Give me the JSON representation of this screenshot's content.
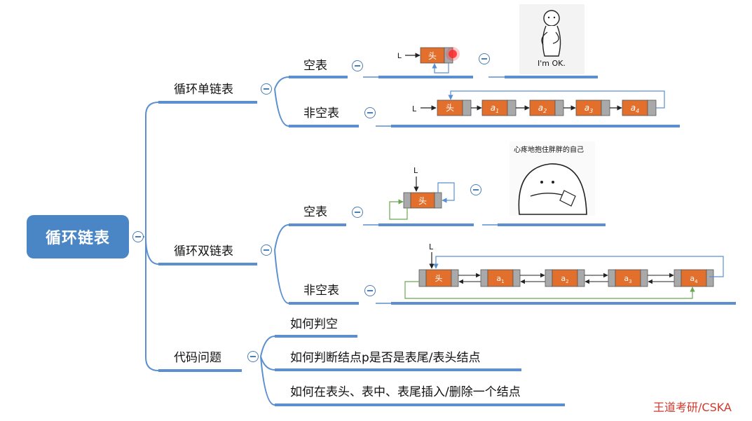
{
  "root": {
    "label": "循环链表"
  },
  "branches": {
    "circular_singly": {
      "label": "循环单链表",
      "empty": {
        "label": "空表"
      },
      "nonempty": {
        "label": "非空表"
      }
    },
    "circular_doubly": {
      "label": "循环双链表",
      "empty": {
        "label": "空表"
      },
      "nonempty": {
        "label": "非空表"
      }
    },
    "code_issues": {
      "label": "代码问题",
      "items": [
        "如何判空",
        "如何判断结点p是否是表尾/表头结点",
        "如何在表头、表中、表尾插入/删除一个结点"
      ]
    }
  },
  "diagram": {
    "pointer_label": "L",
    "head_label": "头",
    "node_base": "a",
    "node_subscripts": [
      "1",
      "2",
      "3",
      "4"
    ]
  },
  "memes": {
    "ok_caption": "I'm OK.",
    "hug_caption": "心疼地抱住胖胖的自己"
  },
  "watermark": "王道考研/CSKA",
  "colors": {
    "accent": "#4a86c5",
    "node": "#e36f2c",
    "node_tail": "#a9a9a9",
    "back_link": "#6aa84f",
    "link": "#5b8fd0"
  }
}
